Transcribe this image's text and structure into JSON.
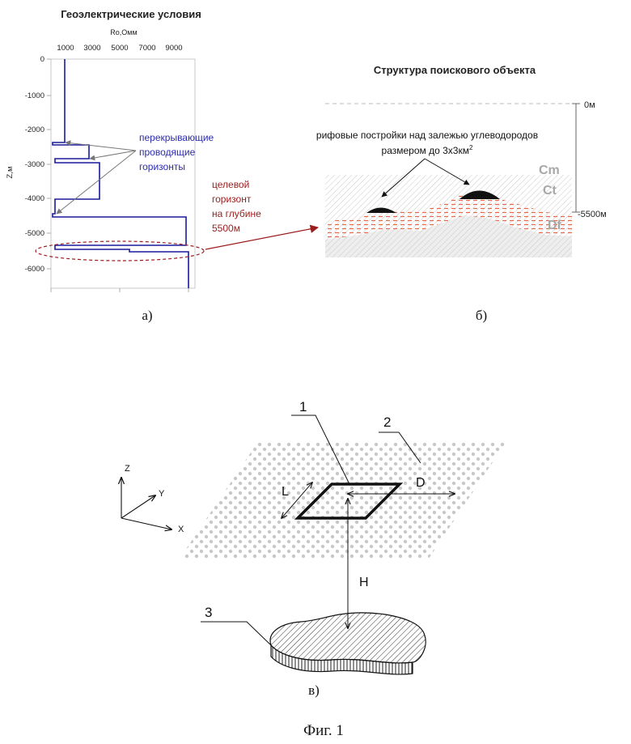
{
  "panel_a": {
    "title": "Геоэлектрические условия",
    "x_axis_label": "Ro,Омм",
    "x_ticks": [
      "1000",
      "3000",
      "5000",
      "7000",
      "9000"
    ],
    "y_axis_label": "Z,м",
    "y_ticks": [
      "0",
      "-1000",
      "-2000",
      "-3000",
      "-4000",
      "-5000",
      "-6000"
    ],
    "annotation_overlapping": [
      "перекрывающие",
      "проводящие",
      "горизонты"
    ],
    "annotation_target": [
      "целевой",
      "горизонт",
      "на глубине",
      "5500м"
    ],
    "caption": "а)",
    "line_color": "#1a1a9e",
    "annotation_blue_color": "#2b2bb0",
    "annotation_red_color": "#9b1c1c"
  },
  "panel_b": {
    "title": "Структура поискового объекта",
    "depth_top": "0м",
    "depth_bottom": "-5500м",
    "reef_label_line1": "рифовые постройки над залежью углеводородов",
    "reef_label_line2_prefix": "размером до 3х3км",
    "reef_label_superscript": "2",
    "layers": [
      "Cm",
      "Ct",
      "Df"
    ],
    "caption": "б)"
  },
  "panel_c": {
    "axis_z": "Z",
    "axis_y": "Y",
    "axis_x": "X",
    "label_1": "1",
    "label_2": "2",
    "label_3": "3",
    "label_L": "L",
    "label_D": "D",
    "label_H": "H",
    "caption": "в)"
  },
  "figure_caption": "Фиг. 1"
}
